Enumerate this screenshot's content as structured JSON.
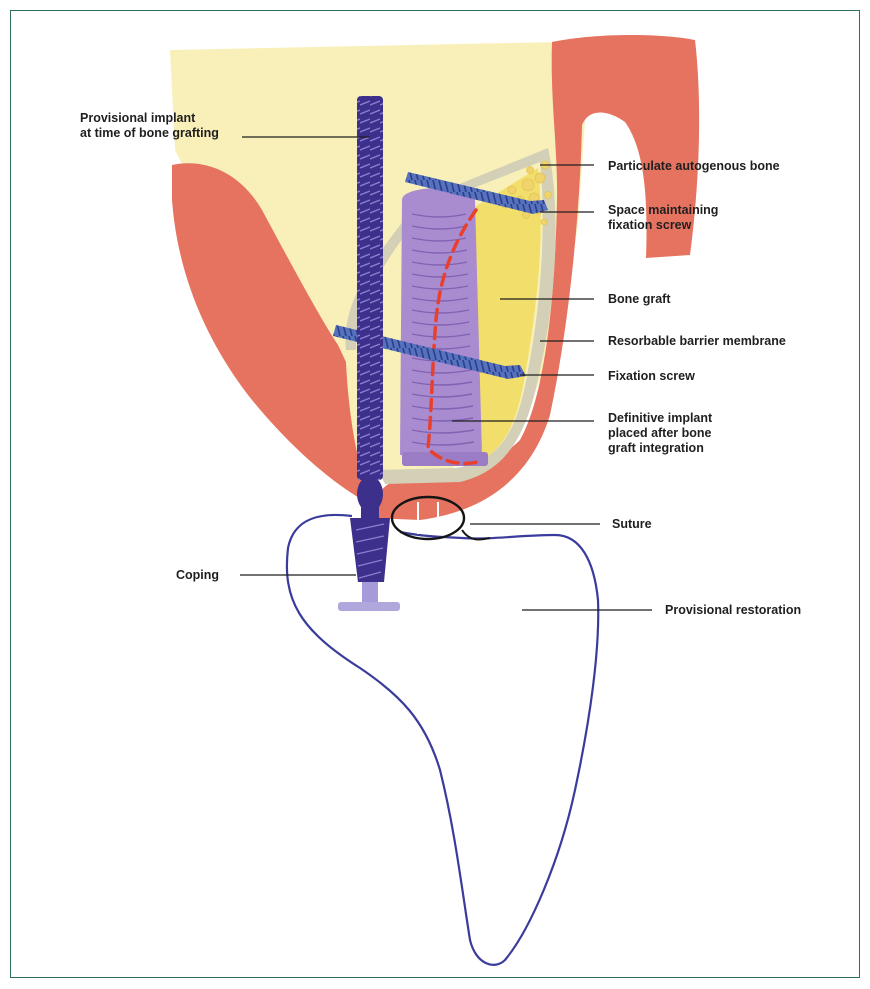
{
  "colors": {
    "border": "#2e6e55",
    "bone": "#f8f0b8",
    "gingiva": "#e67360",
    "membrane": "#d4d0b8",
    "graft": "#f2df6b",
    "provisional_implant": "#3d2f8c",
    "definitive_implant": "#a98bd0",
    "fixation_screw": "#5672bf",
    "dashed_outline": "#e8402c",
    "restoration_outline": "#3a3c9c"
  },
  "labels": {
    "provisional_implant": [
      "Provisional implant",
      "at time of bone grafting"
    ],
    "particulate_bone": "Particulate autogenous bone",
    "space_screw": [
      "Space maintaining",
      "fixation screw"
    ],
    "bone_graft": "Bone graft",
    "barrier_membrane": "Resorbable barrier membrane",
    "fixation_screw": "Fixation screw",
    "definitive_implant": [
      "Definitive implant",
      "placed after bone",
      "graft integration"
    ],
    "suture": "Suture",
    "coping": "Coping",
    "provisional_restoration": "Provisional restoration"
  }
}
